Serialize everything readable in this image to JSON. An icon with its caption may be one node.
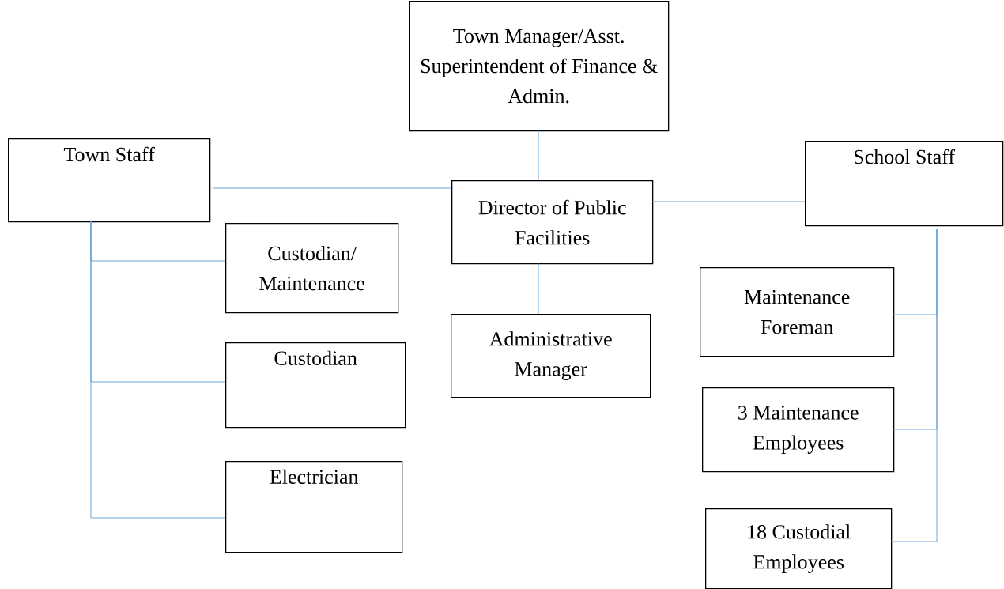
{
  "diagram": {
    "nodes": [
      {
        "text": [
          "Town Manager/Asst. Superintendent of Finance & Admin."
        ]
      },
      {
        "text": [
          "Town Staff"
        ]
      },
      {
        "text": [
          "Director of Public Facilities"
        ]
      },
      {
        "text": [
          "School Staff"
        ]
      },
      {
        "text": [
          "Custodian/ Maintenance"
        ]
      },
      {
        "text": [
          "Administrative Manager"
        ]
      },
      {
        "text": [
          "Custodian"
        ]
      },
      {
        "text": [
          "Maintenance Foreman"
        ]
      },
      {
        "text": [
          "Electrician"
        ]
      },
      {
        "text": [
          "3 Maintenance Employees"
        ]
      },
      {
        "text": [
          "18 Custodial Employees"
        ]
      }
    ],
    "edges": [
      {
        "from": 0,
        "to": 2,
        "arrow": "none"
      },
      {
        "from": 1,
        "to": 2,
        "arrow": "none"
      },
      {
        "from": 2,
        "to": 3,
        "arrow": "none"
      },
      {
        "from": 2,
        "to": 5,
        "arrow": "none"
      },
      {
        "from": 1,
        "to": 4,
        "arrow": "none"
      },
      {
        "from": 1,
        "to": 6,
        "arrow": "none"
      },
      {
        "from": 1,
        "to": 8,
        "arrow": "none"
      },
      {
        "from": 3,
        "to": 7,
        "arrow": "none"
      },
      {
        "from": 3,
        "to": 9,
        "arrow": "none"
      },
      {
        "from": 3,
        "to": 10,
        "arrow": "none"
      }
    ]
  }
}
